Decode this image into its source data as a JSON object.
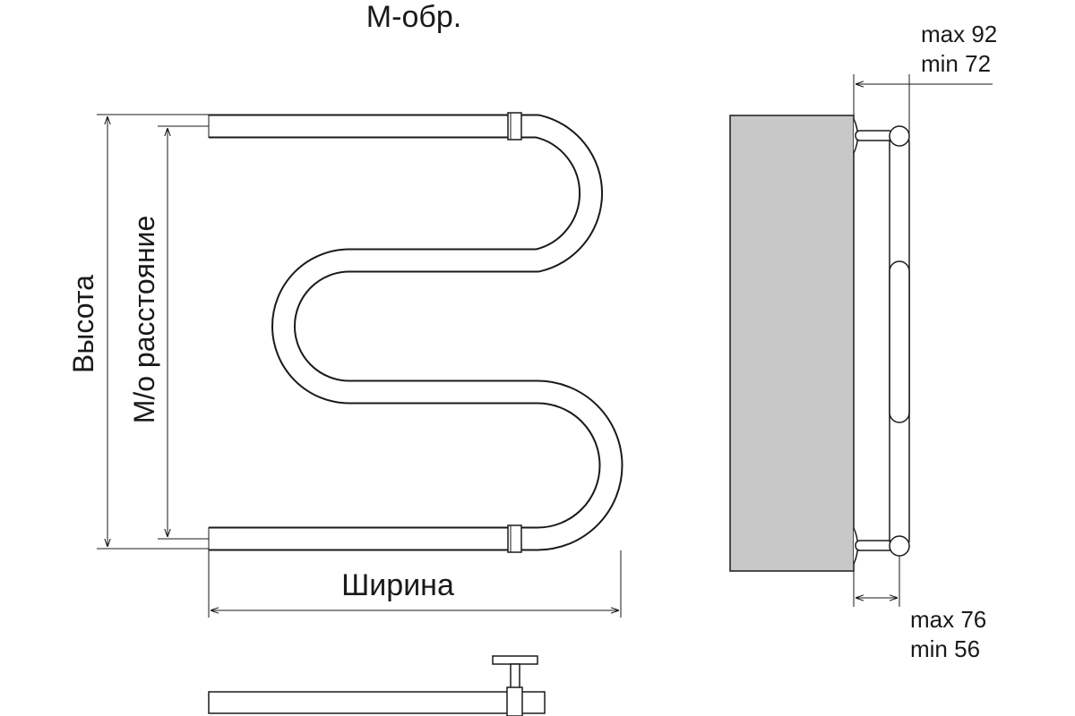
{
  "title": "М-обр.",
  "labels": {
    "height": "Высота",
    "center_distance": "М/о расстояние",
    "width": "Ширина"
  },
  "side_view": {
    "top_dim": {
      "max": "max 92",
      "min": "min 72"
    },
    "bottom_dim": {
      "max": "max 76",
      "min": "min 56"
    }
  },
  "colors": {
    "line": "#1a1a1a",
    "wall": "#c8c8c8",
    "background": "#ffffff"
  }
}
